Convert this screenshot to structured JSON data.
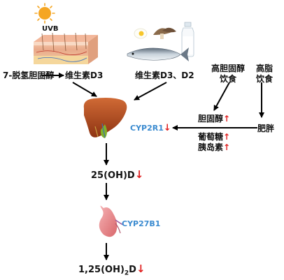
{
  "diagram": {
    "uvb_label": "UVB",
    "nodes": {
      "precursor": "7-脱氢胆固醇",
      "skin_vitd3": "维生素D3",
      "diet_vitd": "维生素D3、D2",
      "high_chol_diet_line1": "高胆固醇",
      "high_chol_diet_line2": "饮食",
      "high_fat_diet_line1": "高脂",
      "high_fat_diet_line2": "饮食",
      "cholesterol": "胆固醇",
      "obesity": "肥胖",
      "glucose": "葡萄糖",
      "insulin": "胰岛素",
      "liver_enzyme": "CYP2R1",
      "metabolite_25": "25(OH)D",
      "kidney_enzyme": "CYP27B1",
      "metabolite_125_prefix": "1,25(OH)",
      "metabolite_125_sub": "2",
      "metabolite_125_suffix": "D"
    },
    "indicators": {
      "up": "↑",
      "down": "↓",
      "down_arrow_bold": "🡫"
    },
    "colors": {
      "sun": "#f5a623",
      "liver": "#b5481c",
      "gallbladder": "#86b324",
      "kidney": "#e9868a",
      "enzyme_text": "#3b8bd0",
      "increase_decrease": "#e02020"
    },
    "icons": [
      "sun-icon",
      "skin-cross-section-icon",
      "egg-icon",
      "mushroom-icon",
      "fish-icon",
      "milk-bottle-icon",
      "liver-icon",
      "kidney-icon"
    ]
  }
}
